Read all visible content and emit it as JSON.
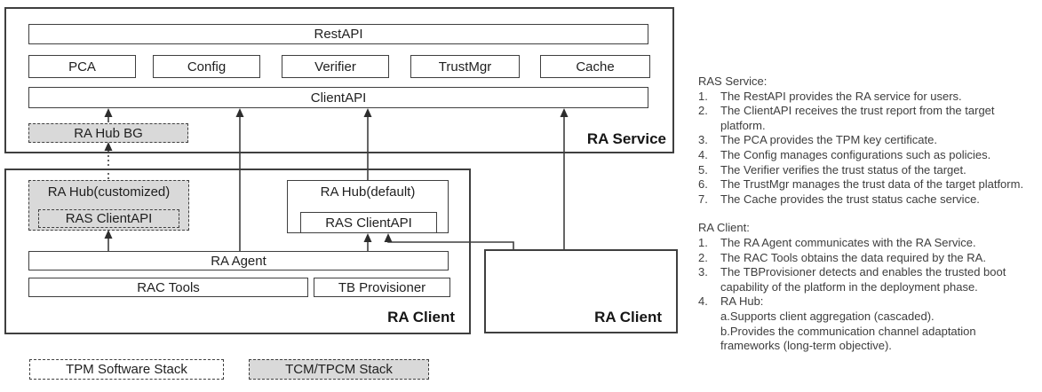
{
  "colors": {
    "box_border": "#3f3f3f",
    "gray_fill": "#d9d9d9",
    "background": "#ffffff",
    "diagram_text": "#1f1f1f",
    "notes_text": "#3d3d3d"
  },
  "diagram": {
    "ra_service": {
      "label": "RA Service",
      "rest_api": "RestAPI",
      "modules": [
        "PCA",
        "Config",
        "Verifier",
        "TrustMgr",
        "Cache"
      ],
      "client_api": "ClientAPI",
      "ra_hub_bg": "RA Hub BG"
    },
    "ra_client_left": {
      "label": "RA Client",
      "ra_hub_customized": "RA Hub(customized)",
      "ras_client_api_customized": "RAS ClientAPI",
      "ra_hub_default": "RA Hub(default)",
      "ras_client_api_default": "RAS ClientAPI",
      "ra_agent": "RA Agent",
      "rac_tools": "RAC Tools",
      "tb_provisioner": "TB Provisioner"
    },
    "ra_client_right": {
      "label": "RA Client"
    },
    "legend": [
      {
        "label": "TPM Software Stack",
        "fill": "white"
      },
      {
        "label": "TCM/TPCM Stack",
        "fill": "gray"
      }
    ]
  },
  "notes": {
    "ras_service": {
      "heading": "RAS Service:",
      "items": [
        {
          "num": "1.",
          "text": "The RestAPI provides the RA service for users."
        },
        {
          "num": "2.",
          "text": "The ClientAPI receives the trust report from the target\nplatform."
        },
        {
          "num": "3.",
          "text": "The PCA provides the TPM key certificate."
        },
        {
          "num": "4.",
          "text": "The Config manages configurations such as policies."
        },
        {
          "num": "5.",
          "text": "The Verifier verifies the trust status of the target."
        },
        {
          "num": "6.",
          "text": "The TrustMgr manages the trust data of the target platform."
        },
        {
          "num": "7.",
          "text": "The Cache provides the trust status cache service."
        }
      ]
    },
    "ra_client": {
      "heading": "RA Client:",
      "items": [
        {
          "num": "1.",
          "text": "The RA Agent communicates with the RA Service."
        },
        {
          "num": "2.",
          "text": "The RAC Tools obtains the data required by the RA."
        },
        {
          "num": "3.",
          "text": "The TBProvisioner detects and enables the trusted boot\ncapability of the platform in the deployment phase."
        },
        {
          "num": "4.",
          "text": "RA Hub:\na.Supports client aggregation (cascaded).\nb.Provides the communication channel adaptation\nframeworks (long-term objective)."
        }
      ]
    }
  }
}
